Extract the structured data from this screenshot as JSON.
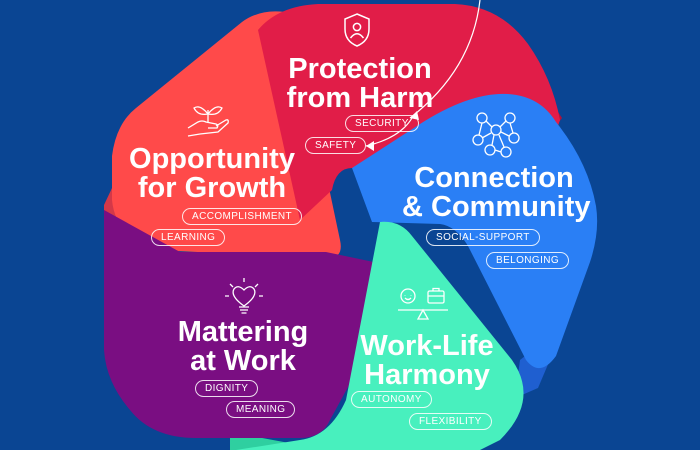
{
  "segments": {
    "protection": {
      "title_line1": "Protection",
      "title_line2": "from Harm",
      "tags": [
        "SECURITY",
        "SAFETY"
      ],
      "color": "#e11d48",
      "icon": "shield-person-icon"
    },
    "connection": {
      "title_line1": "Connection",
      "title_line2": "& Community",
      "tags": [
        "SOCIAL-SUPPORT",
        "BELONGING"
      ],
      "color": "#2a7ff5",
      "icon": "network-people-icon"
    },
    "worklife": {
      "title_line1": "Work-Life",
      "title_line2": "Harmony",
      "tags": [
        "AUTONOMY",
        "FLEXIBILITY"
      ],
      "color": "#48f0be",
      "icon": "balance-scale-icon"
    },
    "mattering": {
      "title_line1": "Mattering",
      "title_line2": "at Work",
      "tags": [
        "DIGNITY",
        "MEANING"
      ],
      "color": "#7a0e82",
      "icon": "lightbulb-heart-icon"
    },
    "opportunity": {
      "title_line1": "Opportunity",
      "title_line2": "for Growth",
      "tags": [
        "ACCOMPLISHMENT",
        "LEARNING"
      ],
      "color": "#ff4a4a",
      "icon": "hand-sprout-icon"
    }
  },
  "colors": {
    "background": "#0a4593",
    "protection_shadow": "#b0113a",
    "opportunity_shadow": "#d43848"
  }
}
